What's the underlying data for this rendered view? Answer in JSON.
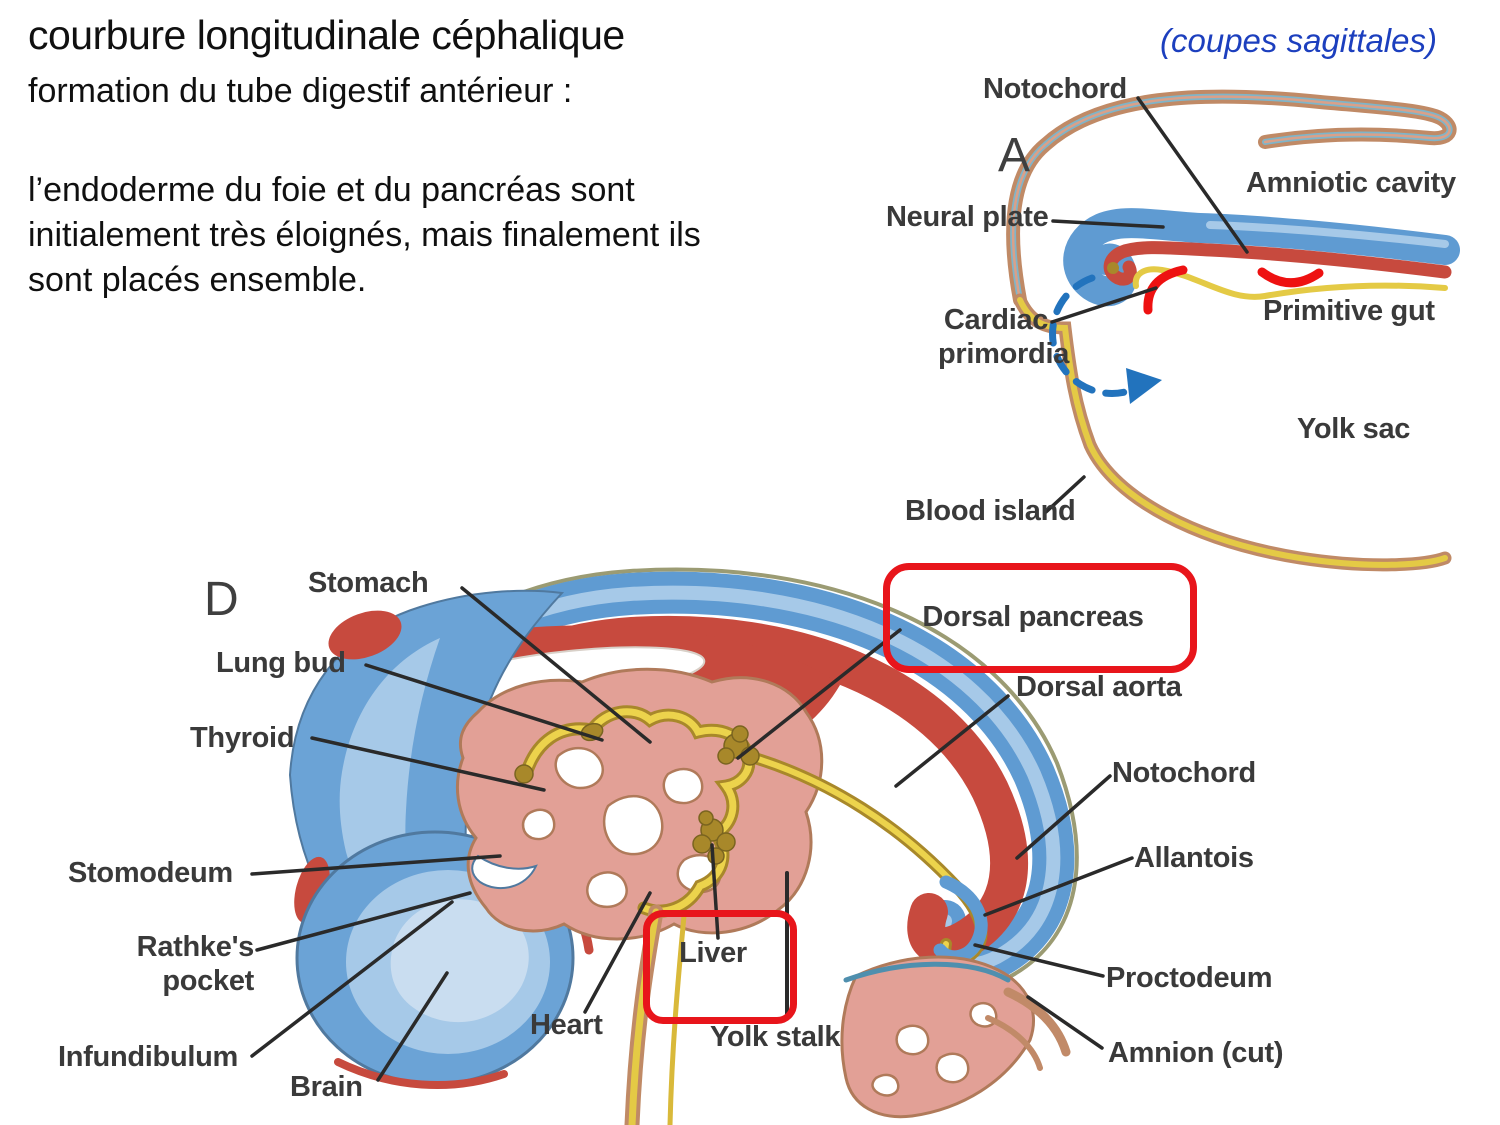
{
  "header": {
    "title": "courbure longitudinale céphalique",
    "subtitle": "formation du tube digestif antérieur :",
    "body": "l’endoderme du foie et du pancréas sont\ninitialement très éloignés, mais finalement ils\nsont placés ensemble.",
    "caption": "(coupes sagittales)"
  },
  "palette": {
    "annotation_red": "#e8151b",
    "arrow_blue": "#2273bd",
    "caption_blue": "#1c3fbe",
    "label_gray": "#3a3a3a",
    "embryo_blue": "#66a1d5",
    "embryo_light_blue": "#a6c9e8",
    "embryo_red": "#c74a3e",
    "embryo_yellow": "#e4ca45",
    "embryo_olive": "#a8882a",
    "embryo_pink": "#e2a096",
    "embryo_tan": "#c08a66"
  },
  "diagram_a": {
    "panel_letter": "A",
    "labels": {
      "notochord": "Notochord",
      "amniotic_cavity": "Amniotic cavity",
      "neural_plate": "Neural plate",
      "cardiac_primordia": "Cardiac\nprimordia",
      "primitive_gut": "Primitive gut",
      "yolk_sac": "Yolk sac",
      "blood_island": "Blood island"
    }
  },
  "diagram_d": {
    "panel_letter": "D",
    "labels": {
      "stomach": "Stomach",
      "lung_bud": "Lung bud",
      "thyroid": "Thyroid",
      "stomodeum": "Stomodeum",
      "rathkes_pocket": "Rathke's\npocket",
      "infundibulum": "Infundibulum",
      "brain": "Brain",
      "heart": "Heart",
      "liver": "Liver",
      "yolk_stalk": "Yolk stalk",
      "dorsal_pancreas": "Dorsal pancreas",
      "dorsal_aorta": "Dorsal aorta",
      "notochord": "Notochord",
      "allantois": "Allantois",
      "proctodeum": "Proctodeum",
      "amnion_cut": "Amnion (cut)"
    }
  }
}
